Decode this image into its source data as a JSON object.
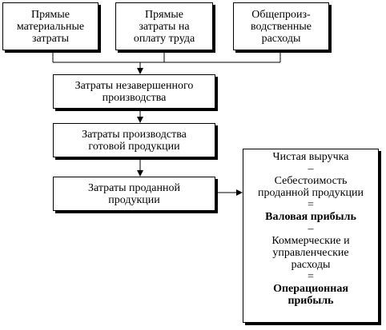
{
  "top_boxes": [
    {
      "lines": [
        "Прямые",
        "материальные",
        "затраты"
      ]
    },
    {
      "lines": [
        "Прямые",
        "затраты на",
        "оплату труда"
      ]
    },
    {
      "lines": [
        "Общепроиз-",
        "водственные",
        "расходы"
      ]
    }
  ],
  "chain": [
    {
      "lines": [
        "Затраты незавершенного",
        "производства"
      ]
    },
    {
      "lines": [
        "Затраты производства",
        "готовой продукции"
      ]
    },
    {
      "lines": [
        "Затраты проданной",
        "продукции"
      ]
    }
  ],
  "pl_box": {
    "lines": [
      {
        "text": "Чистая выручка",
        "bold": false
      },
      {
        "text": "–",
        "bold": false
      },
      {
        "text": "Себестоимость",
        "bold": false
      },
      {
        "text": "проданной продукции",
        "bold": false
      },
      {
        "text": "=",
        "bold": false
      },
      {
        "text": "Валовая прибыль",
        "bold": true
      },
      {
        "text": "–",
        "bold": false
      },
      {
        "text": "Коммерческие и",
        "bold": false
      },
      {
        "text": "управленческие",
        "bold": false
      },
      {
        "text": "расходы",
        "bold": false
      },
      {
        "text": "=",
        "bold": false
      },
      {
        "text": "Операционная",
        "bold": true
      },
      {
        "text": "прибыль",
        "bold": true
      }
    ]
  }
}
